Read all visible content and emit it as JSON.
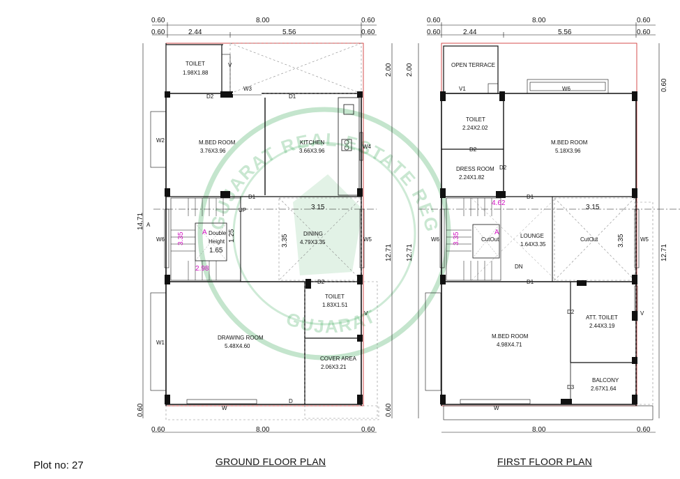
{
  "plot_label": "Plot no: 27",
  "watermark": {
    "top": "GUJARAT REAL ESTATE REGULATORY AUTHORITY",
    "bottom": "GUJARAT",
    "city": "GUJARAT"
  },
  "ground": {
    "title": "GROUND FLOOR PLAN",
    "top_dims": {
      "left": "0.60",
      "mid": "8.00",
      "right": "0.60",
      "l2": "0.60",
      "a": "2.44",
      "b": "5.56",
      "r2": "0.60"
    },
    "bottom_dims": {
      "left": "0.60",
      "mid": "8.00",
      "right": "0.60"
    },
    "side_dims": {
      "left_total": "14.71",
      "left_bottom": "0.60",
      "right_top": "2.00",
      "right_total": "12.71",
      "right_bottom": "0.60",
      "dining_h": "3.35",
      "dining_w": "3.15"
    },
    "rooms": {
      "toilet1": {
        "name": "TOILET",
        "size": "1.98X1.88"
      },
      "mbed": {
        "name": "M.BED ROOM",
        "size": "3.76X3.96"
      },
      "kitchen": {
        "name": "KITCHEN",
        "size": "3.66X3.96"
      },
      "dining": {
        "name": "DINING",
        "size": "4.79X3.35"
      },
      "toilet2": {
        "name": "TOILET",
        "size": "1.83X1.51"
      },
      "drawing": {
        "name": "DRAWING ROOM",
        "size": "5.48X4.60"
      },
      "cover": {
        "name": "COVER AREA",
        "size": "2.06X3.21"
      },
      "double": {
        "name": "Double",
        "name2": "Height",
        "w": "1.65",
        "h": "1.25"
      }
    },
    "labels": {
      "v": "V",
      "w3": "W3",
      "d2": "D2",
      "d1": "D1",
      "w2": "W2",
      "w4": "W4",
      "d1b": "D1",
      "up": "UP",
      "a": "A",
      "w6": "W6",
      "w5": "W5",
      "d2b": "D2",
      "v2": "V",
      "w1": "W1",
      "w": "W",
      "d": "D",
      "mag1": "3.35",
      "mag2": "2.98",
      "mag3": "A"
    }
  },
  "first": {
    "title": "FIRST FLOOR PLAN",
    "top_dims": {
      "left": "0.60",
      "mid": "8.00",
      "right": "0.60",
      "l2": "0.60",
      "a": "2.44",
      "b": "5.56",
      "r2": "0.60"
    },
    "bottom_dims": {
      "mid": "8.00",
      "right": "0.60"
    },
    "side_dims": {
      "left_top": "2.00",
      "right_top": "0.60",
      "right_total": "12.71",
      "cut_w": "3.15",
      "cut_h": "3.35",
      "left_total": "12.71"
    },
    "rooms": {
      "terrace": {
        "name": "OPEN TERRACE"
      },
      "toilet": {
        "name": "TOILET",
        "size": "2.24X2.02"
      },
      "mbed1": {
        "name": "M.BED ROOM",
        "size": "5.18X3.96"
      },
      "dress": {
        "name": "DRESS ROOM",
        "size": "2.24X1.82"
      },
      "lounge": {
        "name": "LOUNGE",
        "size": "1.64X3.35"
      },
      "cutout1": {
        "name": "CutOut"
      },
      "cutout2": {
        "name": "CutOut"
      },
      "atttoilet": {
        "name": "ATT. TOILET",
        "size": "2.44X3.19"
      },
      "mbed2": {
        "name": "M.BED ROOM",
        "size": "4.98X4.71"
      },
      "balcony": {
        "name": "BALCONY",
        "size": "2.67X1.64"
      }
    },
    "labels": {
      "v1": "V1",
      "w6t": "W6",
      "d2": "D2",
      "d2b": "D2",
      "d1": "D1",
      "mag462": "4.62",
      "w6": "W6",
      "w5": "W5",
      "dn": "DN",
      "d1b": "D1",
      "d2c": "D2",
      "v": "V",
      "d3": "D3",
      "w": "W",
      "mag335": "3.35",
      "maga": "A"
    }
  }
}
